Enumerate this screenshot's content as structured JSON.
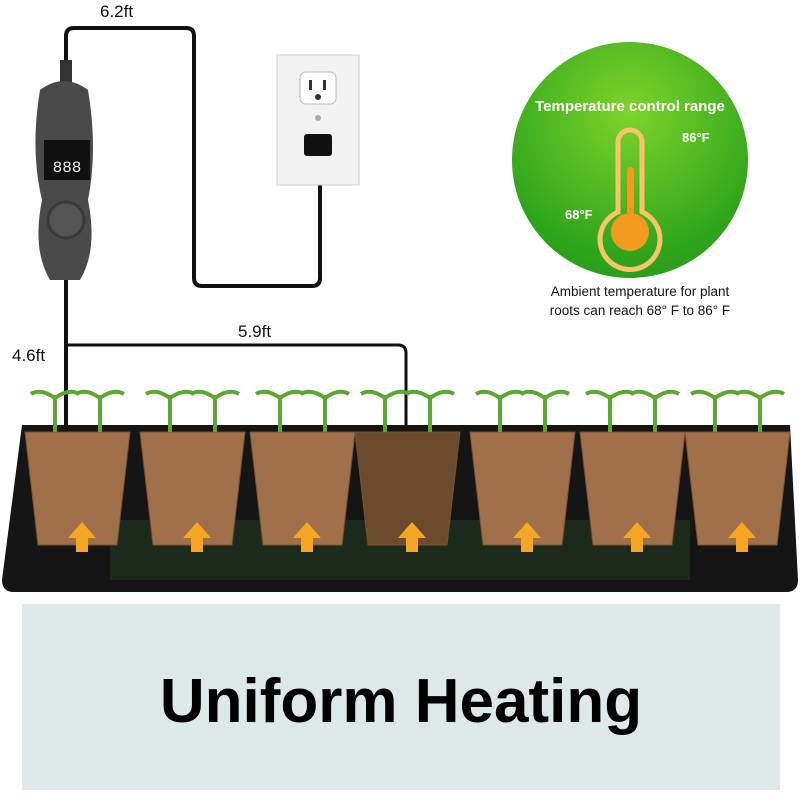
{
  "dimensions": {
    "top_cable": "6.2ft",
    "mat_cable": "5.9ft",
    "controller_cable": "4.6ft"
  },
  "controller": {
    "display": "888"
  },
  "temperature_badge": {
    "title": "Temperature control range",
    "max": "86°F",
    "min": "68°F",
    "note_line1": "Ambient temperature for plant",
    "note_line2": "roots can reach 68° F to 86° F"
  },
  "headline": "Uniform Heating",
  "colors": {
    "badge_green": "#3cae1e",
    "arrow_orange": "#f5a623",
    "tray": "#151515",
    "panel": "#dde9e8"
  }
}
